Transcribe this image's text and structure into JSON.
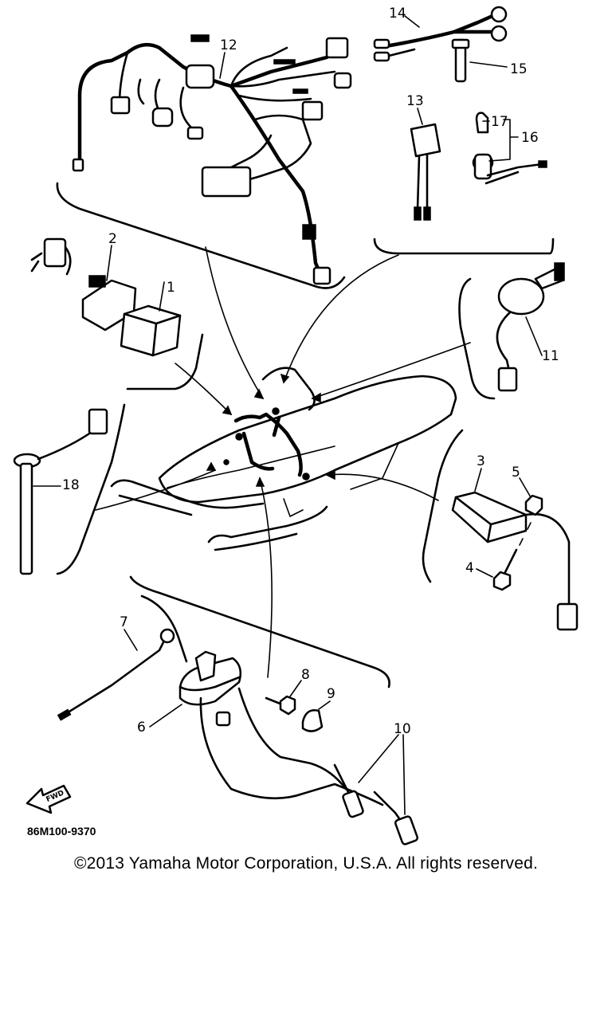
{
  "diagram": {
    "part_numbers": {
      "p1": "1",
      "p2": "2",
      "p3": "3",
      "p4": "4",
      "p5": "5",
      "p6": "6",
      "p7": "7",
      "p8": "8",
      "p9": "9",
      "p10": "10",
      "p11": "11",
      "p12": "12",
      "p13": "13",
      "p14": "14",
      "p15": "15",
      "p16": "16",
      "p17": "17",
      "p18": "18"
    },
    "direction_label": "FWD",
    "diagram_code": "86M100-9370"
  },
  "footer": {
    "copyright": "©2013 Yamaha Motor Corporation, U.S.A. All rights reserved."
  }
}
